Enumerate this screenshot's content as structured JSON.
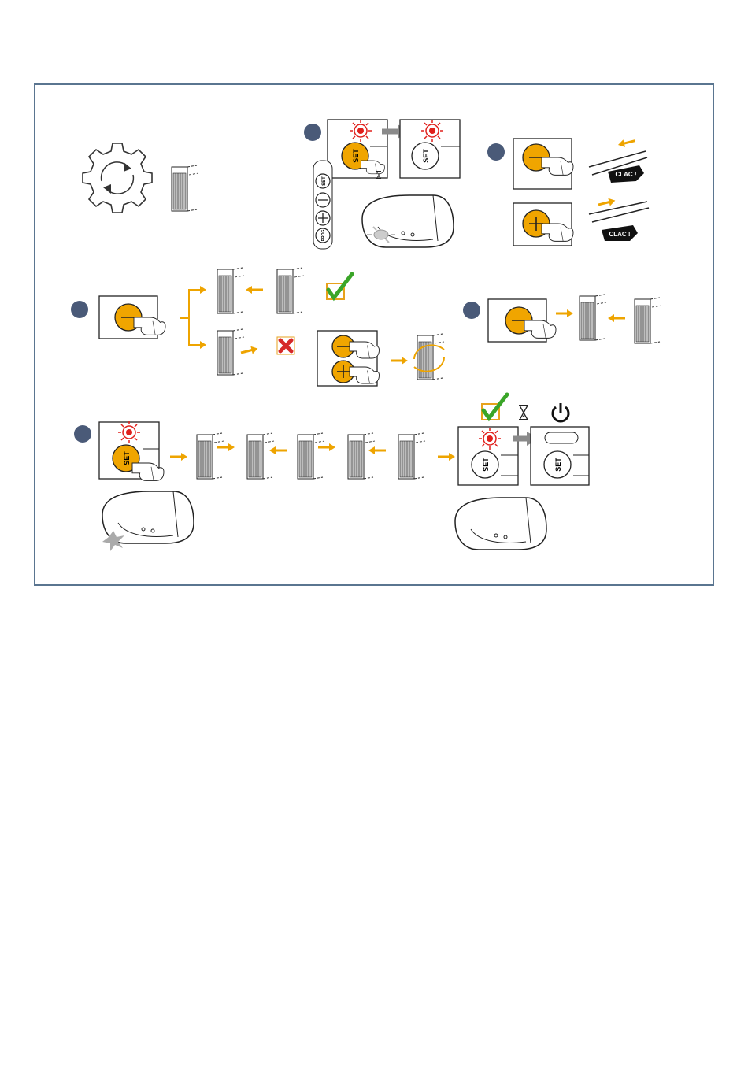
{
  "labels": {
    "set": "SET",
    "prog": "PROG",
    "clac": "CLAC !"
  },
  "colors": {
    "frame": "#5a7590",
    "button": "#f0a500",
    "arrow": "#eea400",
    "step_dot": "#4a5a78",
    "led": "#e0201c",
    "ok": "#3aa528",
    "fail": "#d62828",
    "transfer_arrow": "#8a8a8a"
  },
  "icons": {
    "settings": "gear-icon",
    "ok": "checkmark-icon",
    "fail": "cross-icon",
    "wait": "hourglass-icon",
    "power": "power-icon"
  }
}
